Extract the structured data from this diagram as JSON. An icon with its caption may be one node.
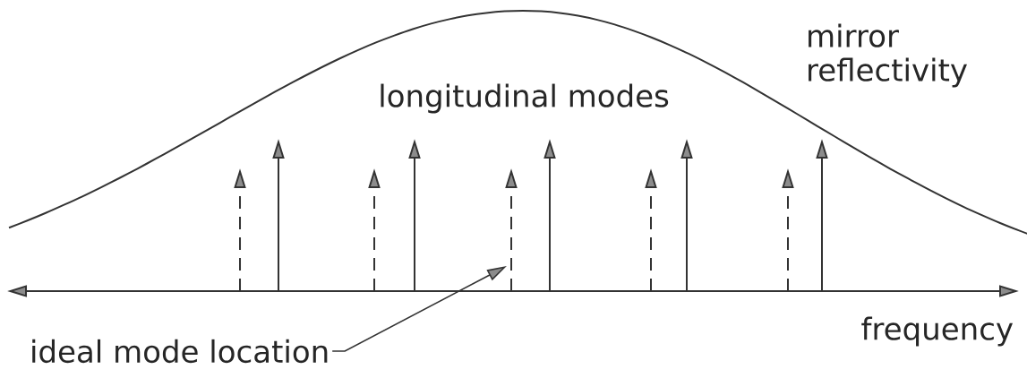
{
  "diagram": {
    "nodes": [
      {
        "text": [
          "ideal mode location"
        ]
      },
      {
        "text": [],
        "shape": "arrow"
      }
    ],
    "edges": [
      {
        "from": 0,
        "to": 1,
        "arrow": "to"
      }
    ],
    "labels": [
      "mirror reflectivity",
      "longitudinal modes",
      "frequency"
    ]
  }
}
